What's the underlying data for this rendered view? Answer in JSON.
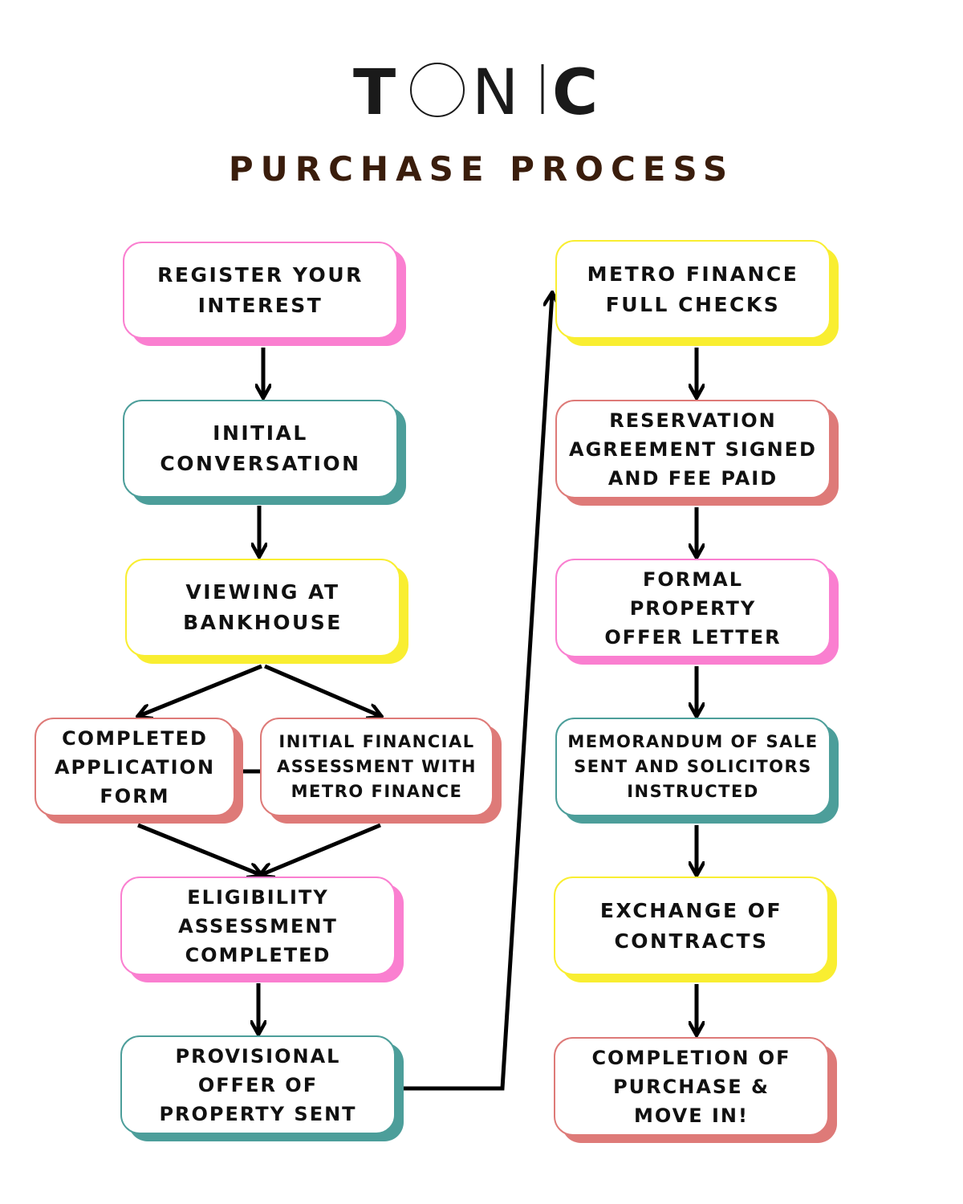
{
  "header": {
    "logo_text": "TONIC",
    "logo_letters": [
      "T",
      "N",
      "C"
    ],
    "subtitle": "PURCHASE PROCESS"
  },
  "colors": {
    "pink": "#fa7fd0",
    "teal": "#4c9e9a",
    "yellow": "#f9ee31",
    "salmon": "#de7a78",
    "subtitle": "#3a1d0c",
    "arrow": "#000000"
  },
  "steps": {
    "register": "REGISTER YOUR\nINTEREST",
    "conversation": "INITIAL\nCONVERSATION",
    "viewing": "VIEWING AT\nBANKHOUSE",
    "application": "COMPLETED\nAPPLICATION\nFORM",
    "financial": "INITIAL FINANCIAL\nASSESSMENT WITH\nMETRO FINANCE",
    "eligibility": "ELIGIBILITY\nASSESSMENT\nCOMPLETED",
    "provisional": "PROVISIONAL\nOFFER OF\nPROPERTY SENT",
    "metro_checks": "METRO FINANCE\nFULL CHECKS",
    "reservation": "RESERVATION\nAGREEMENT SIGNED\nAND FEE PAID",
    "offer_letter": "FORMAL\nPROPERTY\nOFFER LETTER",
    "memorandum": "MEMORANDUM OF SALE\nSENT AND SOLICITORS\nINSTRUCTED",
    "exchange": "EXCHANGE OF\nCONTRACTS",
    "completion": "COMPLETION OF\nPURCHASE &\nMOVE IN!"
  }
}
